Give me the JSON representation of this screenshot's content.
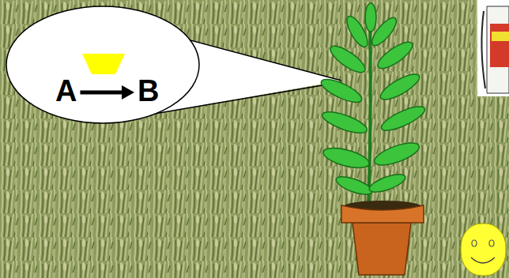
{
  "diagram": {
    "nodes": [
      {
        "text": [
          "A"
        ]
      },
      {
        "text": [
          "B"
        ]
      }
    ],
    "edges": [
      {
        "from": 0,
        "to": 1,
        "arrow": "to"
      }
    ]
  }
}
